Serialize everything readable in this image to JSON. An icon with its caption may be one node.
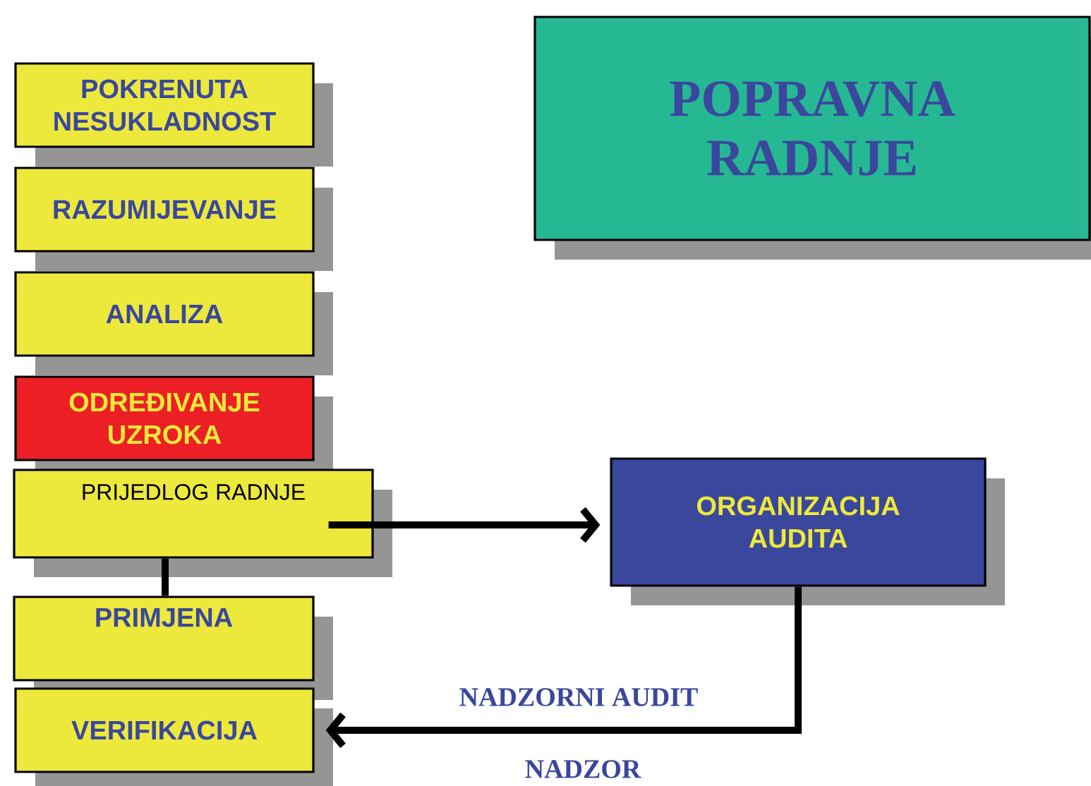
{
  "diagram": {
    "nodes": [
      {
        "text": [
          "POKRENUTA NESUKLADNOST"
        ]
      },
      {
        "text": [
          "RAZUMIJEVANJE"
        ]
      },
      {
        "text": [
          "ANALIZA"
        ]
      },
      {
        "text": [
          "ODREĐIVANJE UZROKA"
        ]
      },
      {
        "text": [
          "PRIJEDLOG RADNJE"
        ]
      },
      {
        "text": [
          "PRIMJENA"
        ]
      },
      {
        "text": [
          "VERIFIKACIJA"
        ]
      },
      {
        "text": [
          "POPRAVNA RADNJE"
        ]
      },
      {
        "text": [
          "ORGANIZACIJA AUDITA"
        ]
      }
    ],
    "edges": [
      {
        "from": 4,
        "to": 8,
        "arrow": "to"
      },
      {
        "from": 4,
        "to": 5,
        "arrow": "none"
      },
      {
        "from": 8,
        "to": 6,
        "arrow": "to",
        "label": "NADZORNI AUDIT"
      }
    ],
    "labels": [
      "NADZOR"
    ]
  }
}
